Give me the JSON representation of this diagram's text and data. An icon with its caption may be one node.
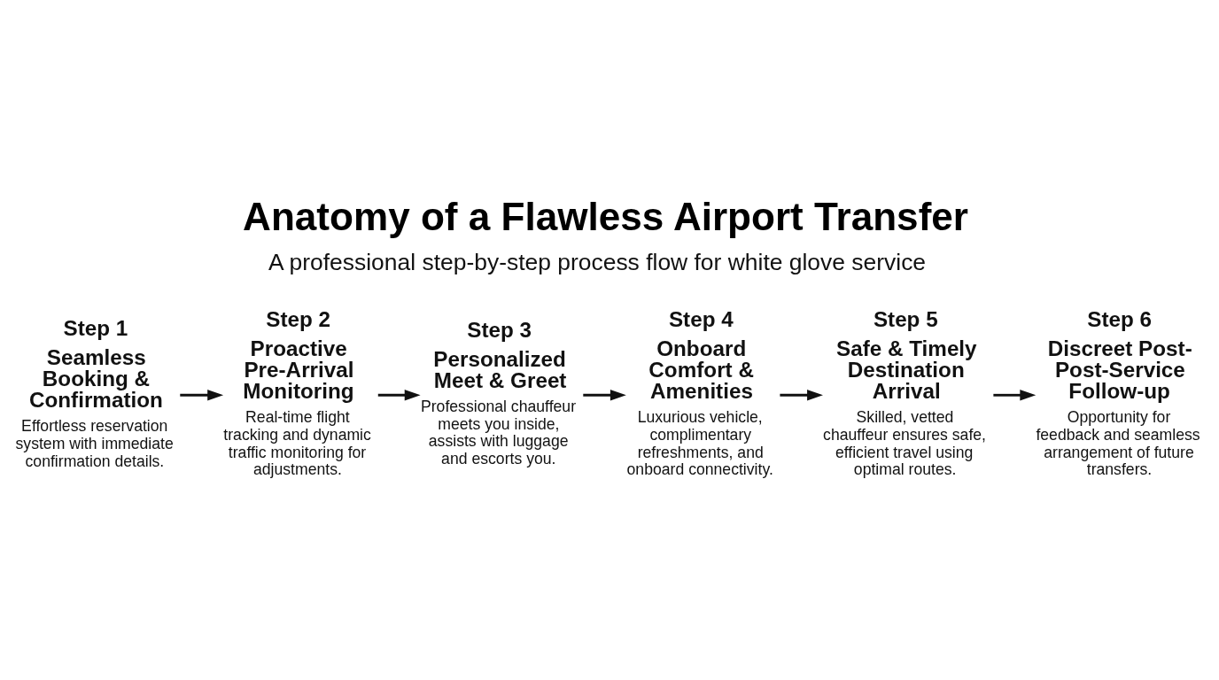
{
  "diagram": {
    "title": "Anatomy of a Flawless Airport Transfer",
    "nodes": [
      {
        "text": [
          "Step 1",
          "Seamless Booking & Confirmation",
          "Effortless reservation system with immediate confirmation details."
        ]
      },
      {
        "text": [
          "Step 2",
          "Proactive Pre-Arrival Monitoring",
          "Real-time flight tracking and dynamic traffic monitoring for adjustments."
        ]
      },
      {
        "text": [
          "Step 3",
          "Personalized Meet & Greet",
          "Professional chauffeur meets you inside, assists with luggage and escorts you."
        ]
      },
      {
        "text": [
          "Step 4",
          "Onboard Comfort & Amenities",
          "Luxurious vehicle, complimentary refreshments, and onboard connectivity."
        ]
      },
      {
        "text": [
          "Step 5",
          "Safe & Timely Destination Arrival",
          "Skilled, vetted chauffeur ensures safe, efficient travel using optimal routes."
        ]
      },
      {
        "text": [
          "Step 6",
          "Discreet Post- Post-Service Follow-up",
          "Opportunity for feedback and seamless arrangement of future transfers."
        ]
      }
    ],
    "edges": [
      {
        "from": 0,
        "to": 1,
        "arrow": "to"
      },
      {
        "from": 1,
        "to": 2,
        "arrow": "to"
      },
      {
        "from": 2,
        "to": 3,
        "arrow": "to"
      },
      {
        "from": 3,
        "to": 4,
        "arrow": "to"
      },
      {
        "from": 4,
        "to": 5,
        "arrow": "to"
      }
    ],
    "labels": [
      "A professional step-by-step process flow for white glove service"
    ]
  }
}
